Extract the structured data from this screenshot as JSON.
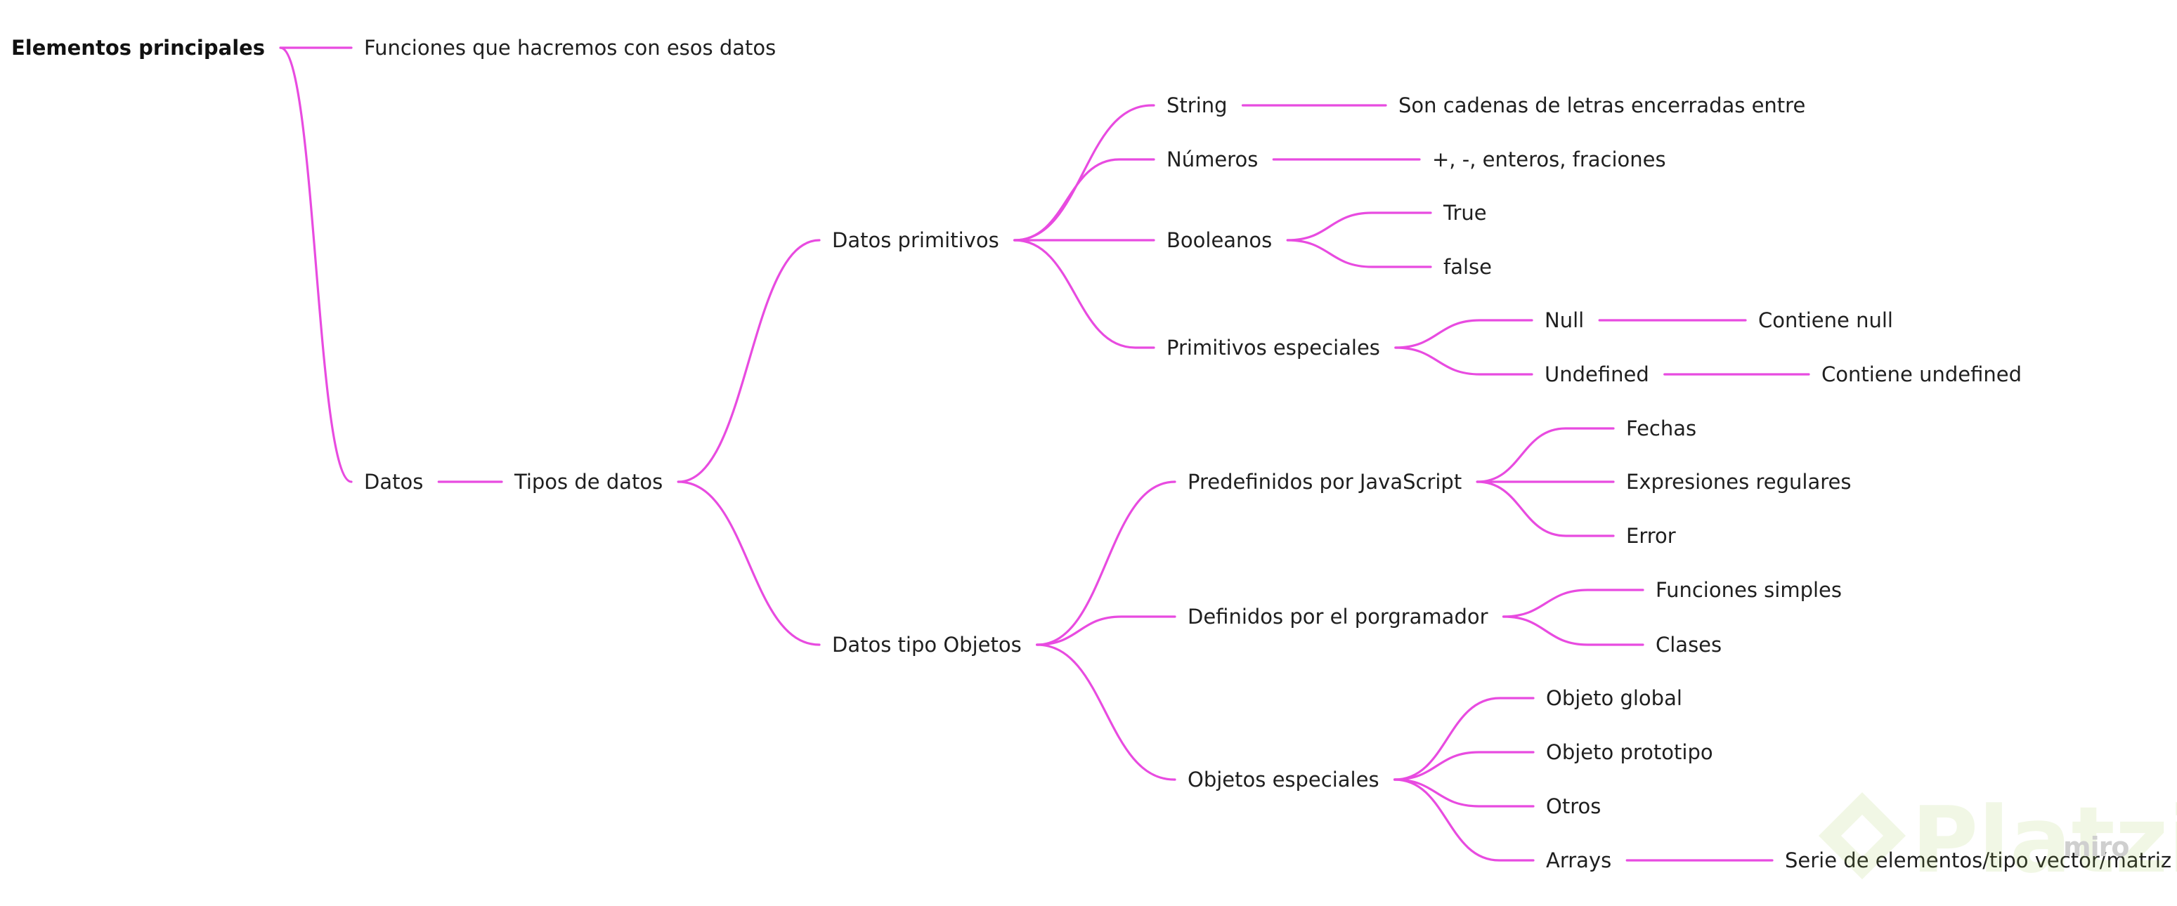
{
  "nodes": {
    "root": "Elementos  principales",
    "funciones": "Funciones que hacremos con esos datos",
    "datos": "Datos",
    "tipos": "Tipos de datos",
    "primitivos": "Datos primitivos",
    "string": "String",
    "string_desc": "Son cadenas de letras  encerradas  entre",
    "numeros": "Números",
    "numeros_desc": "+, -, enteros, fraciones",
    "booleanos": "Booleanos",
    "true": "True",
    "false": "false",
    "prim_especiales": "Primitivos especiales",
    "null": "Null",
    "null_desc": "Contiene null",
    "undefined": "Undefined",
    "undefined_desc": "Contiene undefined",
    "objetos": "Datos tipo Objetos",
    "predefinidos": "Predefinidos por JavaScript",
    "fechas": "Fechas",
    "expresiones": "Expresiones regulares",
    "error": "Error",
    "definidos": "Definidos por el porgramador",
    "func_simples": "Funciones simples",
    "clases": "Clases",
    "obj_especiales": "Objetos especiales",
    "obj_global": "Objeto global",
    "obj_prototipo": "Objeto prototipo",
    "otros": "Otros",
    "arrays": "Arrays",
    "arrays_desc": "Serie de elementos/tipo vector/matriz"
  },
  "edges": [
    [
      "root",
      "funciones"
    ],
    [
      "root",
      "datos"
    ],
    [
      "datos",
      "tipos"
    ],
    [
      "tipos",
      "primitivos"
    ],
    [
      "tipos",
      "objetos"
    ],
    [
      "primitivos",
      "string"
    ],
    [
      "primitivos",
      "numeros"
    ],
    [
      "primitivos",
      "booleanos"
    ],
    [
      "primitivos",
      "prim_especiales"
    ],
    [
      "string",
      "string_desc"
    ],
    [
      "numeros",
      "numeros_desc"
    ],
    [
      "booleanos",
      "true"
    ],
    [
      "booleanos",
      "false"
    ],
    [
      "prim_especiales",
      "null"
    ],
    [
      "prim_especiales",
      "undefined"
    ],
    [
      "null",
      "null_desc"
    ],
    [
      "undefined",
      "undefined_desc"
    ],
    [
      "objetos",
      "predefinidos"
    ],
    [
      "objetos",
      "definidos"
    ],
    [
      "objetos",
      "obj_especiales"
    ],
    [
      "predefinidos",
      "fechas"
    ],
    [
      "predefinidos",
      "expresiones"
    ],
    [
      "predefinidos",
      "error"
    ],
    [
      "definidos",
      "func_simples"
    ],
    [
      "definidos",
      "clases"
    ],
    [
      "obj_especiales",
      "obj_global"
    ],
    [
      "obj_especiales",
      "obj_prototipo"
    ],
    [
      "obj_especiales",
      "otros"
    ],
    [
      "obj_especiales",
      "arrays"
    ],
    [
      "arrays",
      "arrays_desc"
    ]
  ],
  "colors": {
    "connector": "#e84be0",
    "text": "#1f1f1f",
    "watermark": "#98ca3f"
  },
  "watermark": {
    "brand": "Platzi",
    "tool": "miro"
  }
}
